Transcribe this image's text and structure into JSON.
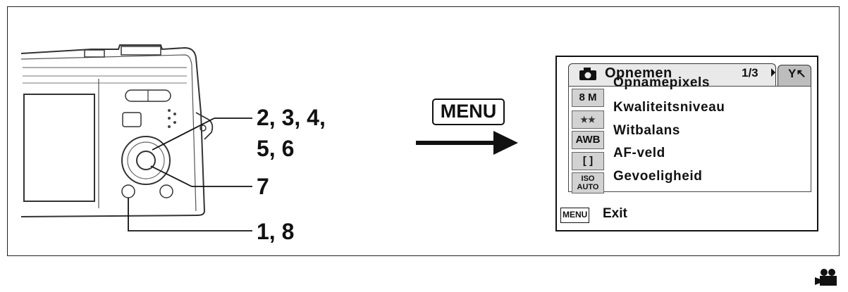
{
  "callouts": {
    "c1": "2, 3, 4,",
    "c2": "5, 6",
    "c3": "7",
    "c4": "1, 8"
  },
  "menu_button_label": "MENU",
  "camera_screen": {
    "tab_title": "Opnemen",
    "page": "1/3",
    "tools_tab_icon": "wrench-icon",
    "items": [
      {
        "icon_text": "8 M",
        "label": "Opnamepixels"
      },
      {
        "icon_text": "★★",
        "label": "Kwaliteitsniveau"
      },
      {
        "icon_text": "AWB",
        "label": "Witbalans"
      },
      {
        "icon_text": "[ ]",
        "label": "AF-veld"
      },
      {
        "icon_text": "ISO AUTO",
        "label": "Gevoeligheid"
      }
    ],
    "footer_key": "MENU",
    "footer_label": "Exit"
  },
  "mode_icon": "movie-camera-icon"
}
